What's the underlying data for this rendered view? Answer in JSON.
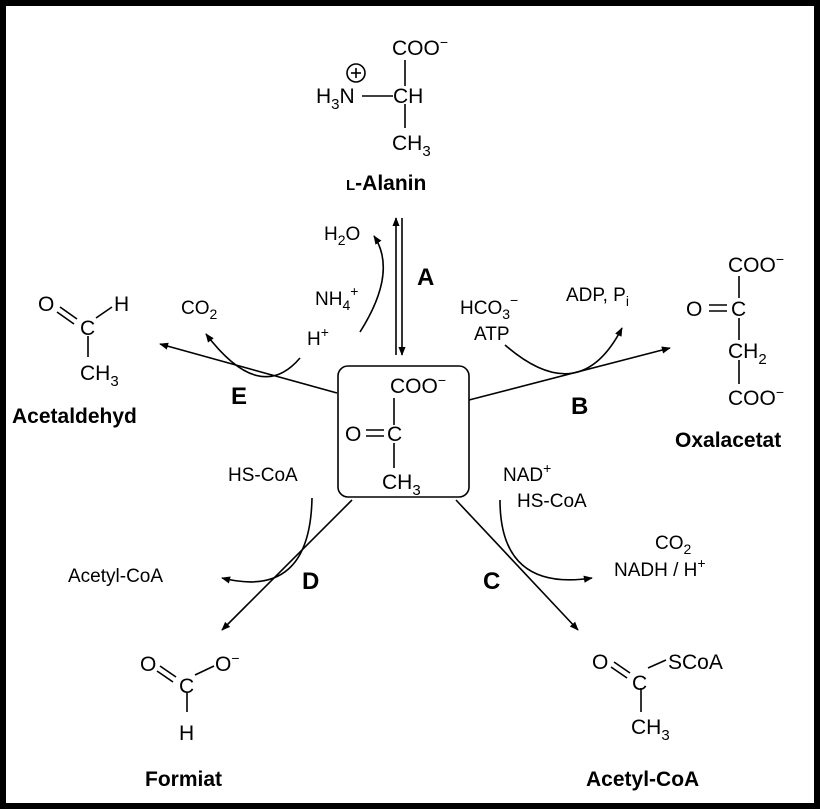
{
  "colors": {
    "background": "#000000",
    "canvas": "#ffffff",
    "ink": "#000000"
  },
  "center": {
    "coo": "COO",
    "minus": "−",
    "o": "O",
    "c": "C",
    "ch": "CH",
    "sub3": "3"
  },
  "alanine": {
    "coo": "COO",
    "minus": "−",
    "h": "H",
    "n": "N",
    "sub3": "3",
    "ch": "CH",
    "plus": "+",
    "name_prefix": "L",
    "name_rest": "-Alanin"
  },
  "reaction_a": {
    "letter": "A",
    "h2o_h": "H",
    "h2o_sub": "2",
    "h2o_o": "O",
    "nh": "NH",
    "nh_sub": "4",
    "nh_sup": "+"
  },
  "reaction_b": {
    "letter": "B",
    "hco": "HCO",
    "hco_sub": "3",
    "hco_sup": "−",
    "atp": "ATP",
    "adp": "ADP, P",
    "adp_sub": "i"
  },
  "oxaloacetate": {
    "coo": "COO",
    "minus": "−",
    "o": "O",
    "c": "C",
    "ch": "CH",
    "sub2": "2",
    "name": "Oxalacetat"
  },
  "reaction_c": {
    "letter": "C",
    "nad": "NAD",
    "nad_sup": "+",
    "hscoa": "HS-CoA",
    "co": "CO",
    "co_sub": "2",
    "nadh": "NADH / H",
    "nadh_sup": "+"
  },
  "acetylcoa": {
    "o": "O",
    "c": "C",
    "scoa": "SCoA",
    "ch": "CH",
    "sub3": "3",
    "name": "Acetyl-CoA"
  },
  "reaction_d": {
    "letter": "D",
    "hscoa": "HS-CoA",
    "acetylcoa": "Acetyl-CoA"
  },
  "formate": {
    "o1": "O",
    "c": "C",
    "o2": "O",
    "minus": "−",
    "h": "H",
    "name": "Formiat"
  },
  "reaction_e": {
    "letter": "E",
    "co": "CO",
    "co_sub": "2",
    "h": "H",
    "h_sup": "+"
  },
  "acetaldehyde": {
    "o": "O",
    "c": "C",
    "h": "H",
    "ch": "CH",
    "sub3": "3",
    "name": "Acetaldehyd"
  }
}
